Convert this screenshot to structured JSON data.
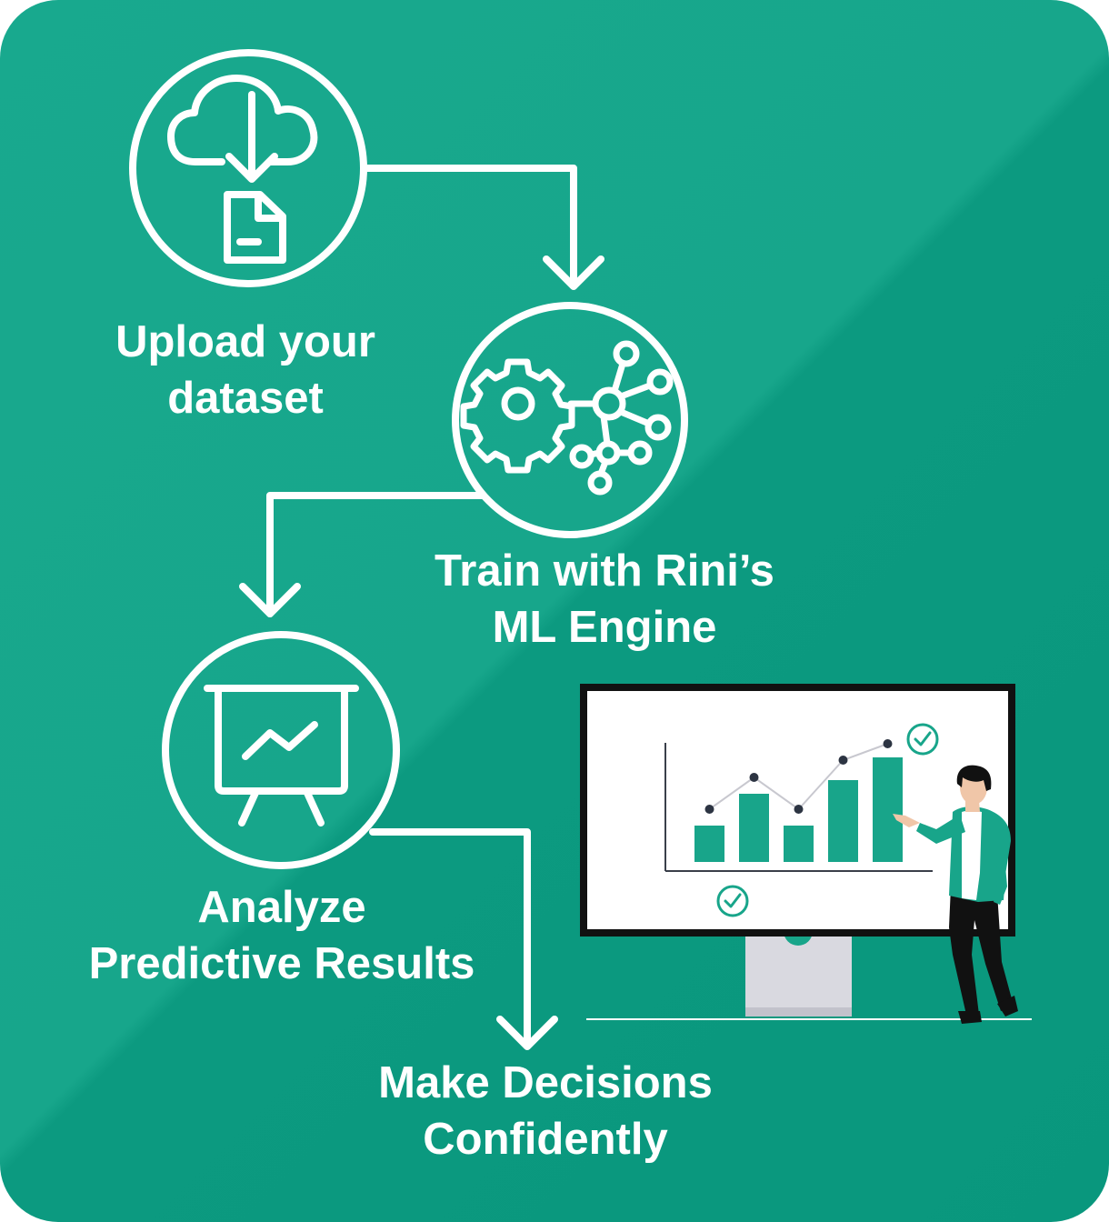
{
  "steps": [
    {
      "id": "upload",
      "label": "Upload your\ndataset",
      "icon": "cloud-download-document-icon"
    },
    {
      "id": "train",
      "label": "Train with Rini’s\nML Engine",
      "icon": "gear-network-icon"
    },
    {
      "id": "analyze",
      "label": "Analyze\nPredictive Results",
      "icon": "presentation-chart-icon"
    },
    {
      "id": "decide",
      "label": "Make Decisions\nConfidently",
      "icon": null
    }
  ],
  "illustration": {
    "name": "person-presenting-bar-chart",
    "bar_values": [
      40,
      75,
      40,
      90,
      115
    ],
    "line_values": [
      58,
      93,
      58,
      112,
      130
    ]
  },
  "colors": {
    "background": "#17a68b",
    "background_dark": "#09977d",
    "foreground": "#ffffff",
    "chart_bar": "#18a58a",
    "dot": "#2c3442",
    "monitor_frame": "#111111",
    "stand": "#d9d9e0"
  }
}
